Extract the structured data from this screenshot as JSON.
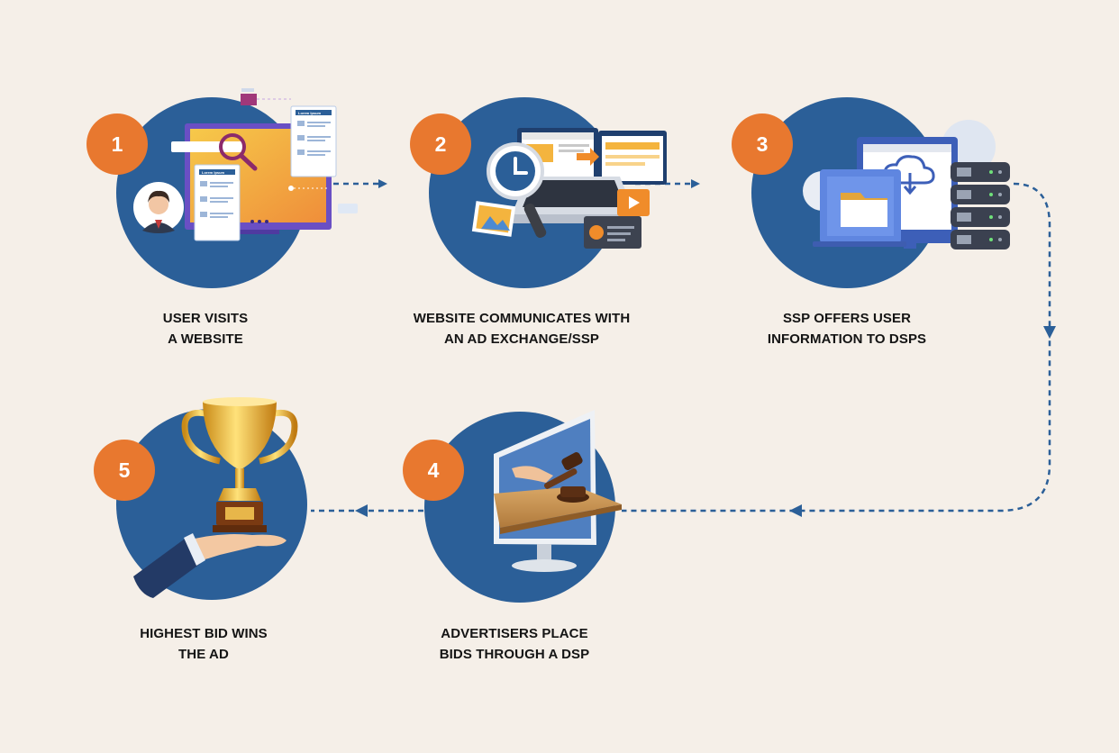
{
  "steps": [
    {
      "number": "1",
      "line1": "USER VISITS",
      "line2": "A WEBSITE"
    },
    {
      "number": "2",
      "line1": "WEBSITE COMMUNICATES WITH",
      "line2": "AN AD EXCHANGE/SSP"
    },
    {
      "number": "3",
      "line1": "SSP OFFERS USER",
      "line2": "INFORMATION TO DSPS"
    },
    {
      "number": "4",
      "line1": "ADVERTISERS PLACE",
      "line2": "BIDS THROUGH A DSP"
    },
    {
      "number": "5",
      "line1": "HIGHEST BID WINS",
      "line2": "THE AD"
    }
  ],
  "illustration_labels": {
    "card": "Lorem Ipsum"
  },
  "colors": {
    "background": "#f5efe8",
    "circle": "#2b5f98",
    "badge": "#e8782f",
    "connector": "#2b5f98",
    "caption": "#141414"
  },
  "icons": {
    "step1": "user-browsing-website-icon",
    "step2": "laptop-analytics-icon",
    "step3": "cloud-server-icon",
    "step4": "auction-gavel-icon",
    "step5": "trophy-on-hand-icon"
  }
}
